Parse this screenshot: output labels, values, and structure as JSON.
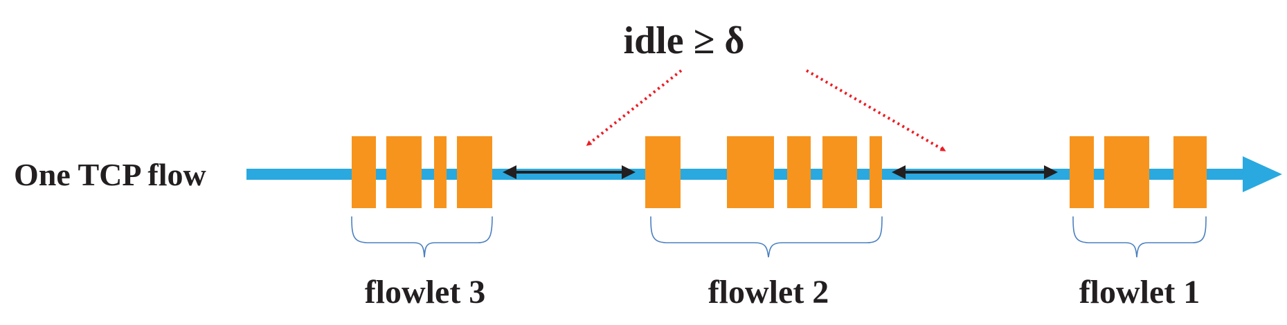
{
  "title": "idle ≥ δ",
  "flow_label": "One TCP flow",
  "flowlets": [
    {
      "label": "flowlet 3",
      "packet_count": 4
    },
    {
      "label": "flowlet 2",
      "packet_count": 5
    },
    {
      "label": "flowlet 1",
      "packet_count": 3
    }
  ],
  "colors": {
    "flow": "#29a9e0",
    "packet": "#f7941d",
    "gap_arrow": "#231f20",
    "pointer": "#ed1c24",
    "brace": "#4a7fc0",
    "text": "#231f20"
  }
}
